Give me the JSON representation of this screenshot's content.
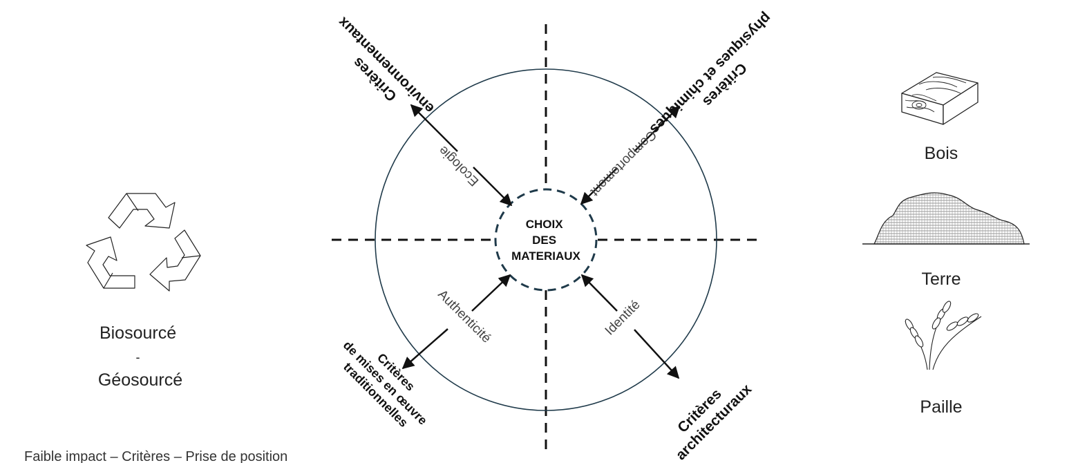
{
  "diagram": {
    "center": [
      "CHOIX",
      "DES",
      "MATERIAUX"
    ],
    "quadrants": {
      "top_left": {
        "criteria": [
          "Critères",
          "environnementaux"
        ],
        "arrow_label": "Ecologie"
      },
      "top_right": {
        "criteria": [
          "Critères",
          "physiques et chimiques"
        ],
        "arrow_label": "Comportement"
      },
      "bottom_left": {
        "criteria": [
          "Critères",
          "de mises en œuvre",
          "traditionnelles"
        ],
        "arrow_label": "Authenticité"
      },
      "bottom_right": {
        "criteria": [
          "Critères",
          "architecturaux"
        ],
        "arrow_label": "Identité"
      }
    }
  },
  "left_panel": {
    "icon": "recycle-icon",
    "label_lines": [
      "Biosourcé",
      "-",
      "Géosourcé"
    ]
  },
  "right_panel": {
    "materials": [
      {
        "label": "Bois",
        "icon": "wood-log-icon"
      },
      {
        "label": "Terre",
        "icon": "earth-mound-icon"
      },
      {
        "label": "Paille",
        "icon": "wheat-icon"
      }
    ]
  },
  "caption": "Faible impact – Critères – Prise de position",
  "colors": {
    "circle_stroke": "#1f3a4a",
    "ink": "#111111"
  }
}
